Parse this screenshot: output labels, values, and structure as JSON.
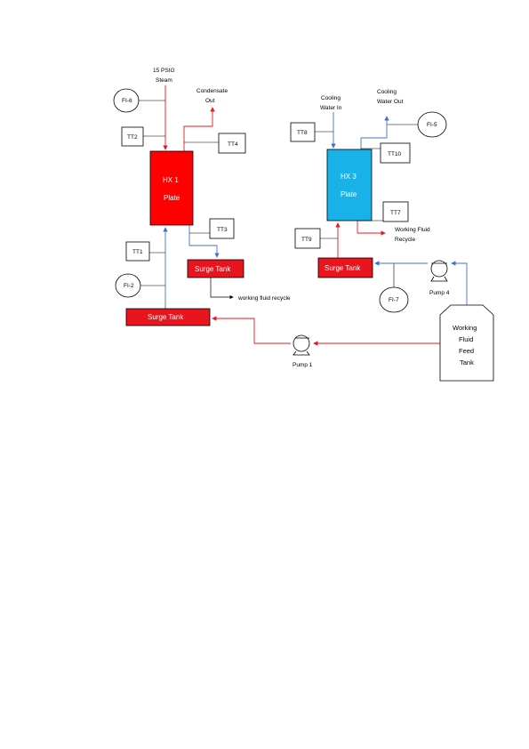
{
  "colors": {
    "steam": "#ff0000",
    "hx1": "#ff0000",
    "hx3": "#19b2e8",
    "surge": "#e8141e",
    "blue_line": "#4472c4",
    "red_line": "#e31b23"
  },
  "labels": {
    "steam_line1": "15 PSIG",
    "steam_line2": "Steam",
    "condensate_line1": "Condensate",
    "condensate_line2": "Out",
    "cooling_in_line1": "Cooling",
    "cooling_in_line2": "Water In",
    "cooling_out_line1": "Cooling",
    "cooling_out_line2": "Water Out",
    "wf_recycle_right_line1": "Working Fluid",
    "wf_recycle_right_line2": "Recycle",
    "wf_recycle_left": "working fluid recycle",
    "pump1": "Pump 1",
    "pump4": "Pump 4"
  },
  "hx1": {
    "line1": "HX 1",
    "line2": "Plate"
  },
  "hx3": {
    "line1": "HX 3",
    "line2": "Plate"
  },
  "surge_tanks": {
    "hx1_outlet": "Surge Tank",
    "hx1_inlet": "Surge Tank",
    "hx3_inlet": "Surge Tank"
  },
  "feed_tank": {
    "line1": "Working",
    "line2": "Fluid",
    "line3": "Feed",
    "line4": "Tank"
  },
  "flow_indicators": {
    "fi6": "FI-6",
    "fi2": "FI-2",
    "fi5": "FI-5",
    "fi7": "FI-7"
  },
  "temperature_transmitters": {
    "tt1": "TT1",
    "tt2": "TT2",
    "tt3": "TT3",
    "tt4": "TT4",
    "tt7": "TT7",
    "tt8": "TT8",
    "tt9": "TT9",
    "tt10": "TT10"
  }
}
